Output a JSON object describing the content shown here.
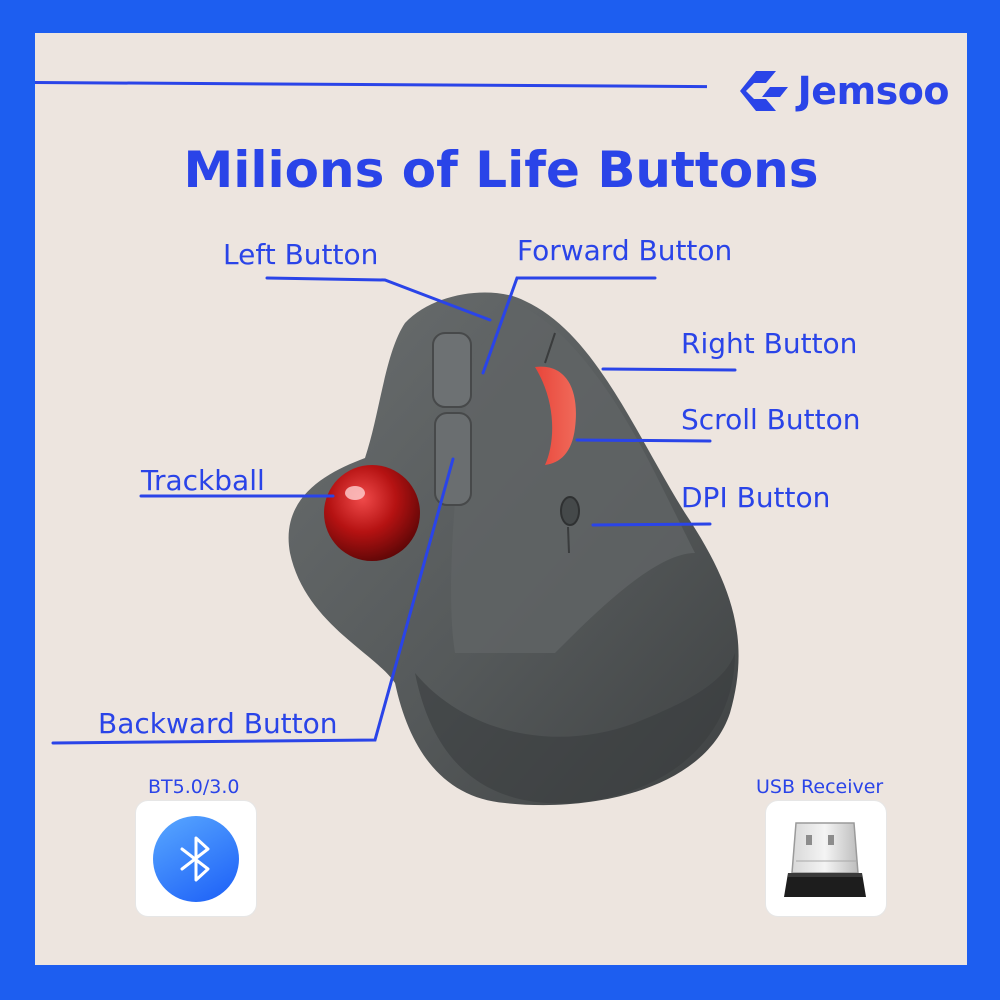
{
  "brand": {
    "name": "Jemsoo",
    "logo_icon": "jemsoo-logo-icon",
    "color": "#2a44e8"
  },
  "title": "Milions of Life Buttons",
  "labels": {
    "left_button": "Left Button",
    "forward_button": "Forward Button",
    "right_button": "Right Button",
    "scroll_button": "Scroll Button",
    "dpi_button": "DPI Button",
    "trackball": "Trackball",
    "backward_button": "Backward Button"
  },
  "connectivity": {
    "bluetooth": {
      "label": "BT5.0/3.0",
      "icon": "bluetooth-icon"
    },
    "usb": {
      "label": "USB Receiver",
      "icon": "usb-receiver-icon"
    }
  },
  "colors": {
    "frame": "#1d5ef0",
    "background": "#ede5df",
    "accent": "#2a44e8",
    "trackball": "#c01818",
    "mouse_body": "#5a5e5f"
  }
}
